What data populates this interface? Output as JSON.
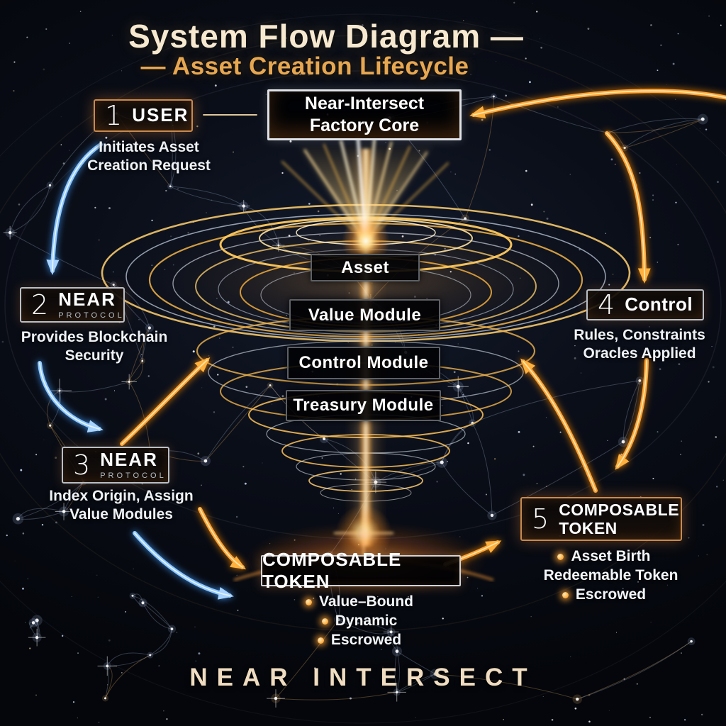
{
  "title": "System Flow Diagram —",
  "subtitle": "— Asset Creation Lifecycle",
  "factory_core": {
    "label": "Near-Intersect Factory Core"
  },
  "steps": [
    {
      "number": "1",
      "label": "USER",
      "description": "Initiates Asset Creation Request"
    },
    {
      "number": "2",
      "label": "NEAR",
      "sublabel": "PROTOCOL",
      "description": "Provides Blockchain Security"
    },
    {
      "number": "3",
      "label": "NEAR",
      "sublabel": "PROTOCOL",
      "description": "Index Origin, Assign Value Modules"
    },
    {
      "number": "4",
      "label": "Control",
      "description": "Rules, Constraints Oracles Applied"
    },
    {
      "number": "5",
      "label": "COMPOSABLE TOKEN",
      "bullets": [
        "Asset Birth",
        "Redeemable Token",
        "Escrowed"
      ]
    }
  ],
  "modules": [
    "Asset",
    "Value Module",
    "Control Module",
    "Treasury Module"
  ],
  "composable_token": {
    "label": "COMPOSABLE TOKEN",
    "bullets": [
      "Value–Bound",
      "Dynamic",
      "Escrowed"
    ]
  },
  "footer": "NEAR INTERSECT",
  "colors": {
    "accent_orange": "#ff9b20",
    "accent_blue": "#7ec3ff",
    "title_cream": "#f6e9d0",
    "subtitle_gold": "#e7a751",
    "box_border_silver": "#c3c8cf",
    "bullet_dot": "#ffb347"
  },
  "connections": [
    {
      "from": "user",
      "to": "factory-core",
      "color": "orange"
    },
    {
      "from": "factory-core",
      "to": "control",
      "color": "orange"
    },
    {
      "from": "user",
      "to": "near-protocol-2",
      "color": "blue"
    },
    {
      "from": "near-protocol-2",
      "to": "near-protocol-3",
      "color": "blue"
    },
    {
      "from": "near-protocol-3",
      "to": "asset-funnel",
      "color": "orange"
    },
    {
      "from": "near-protocol-3",
      "to": "composable-token",
      "color": "blue"
    },
    {
      "from": "near-protocol-3",
      "to": "composable-token",
      "color": "orange"
    },
    {
      "from": "composable-token",
      "to": "composable-token-5",
      "color": "orange"
    },
    {
      "from": "composable-token-5",
      "to": "asset-funnel",
      "color": "orange"
    },
    {
      "from": "control",
      "to": "composable-token-5",
      "color": "orange"
    }
  ]
}
